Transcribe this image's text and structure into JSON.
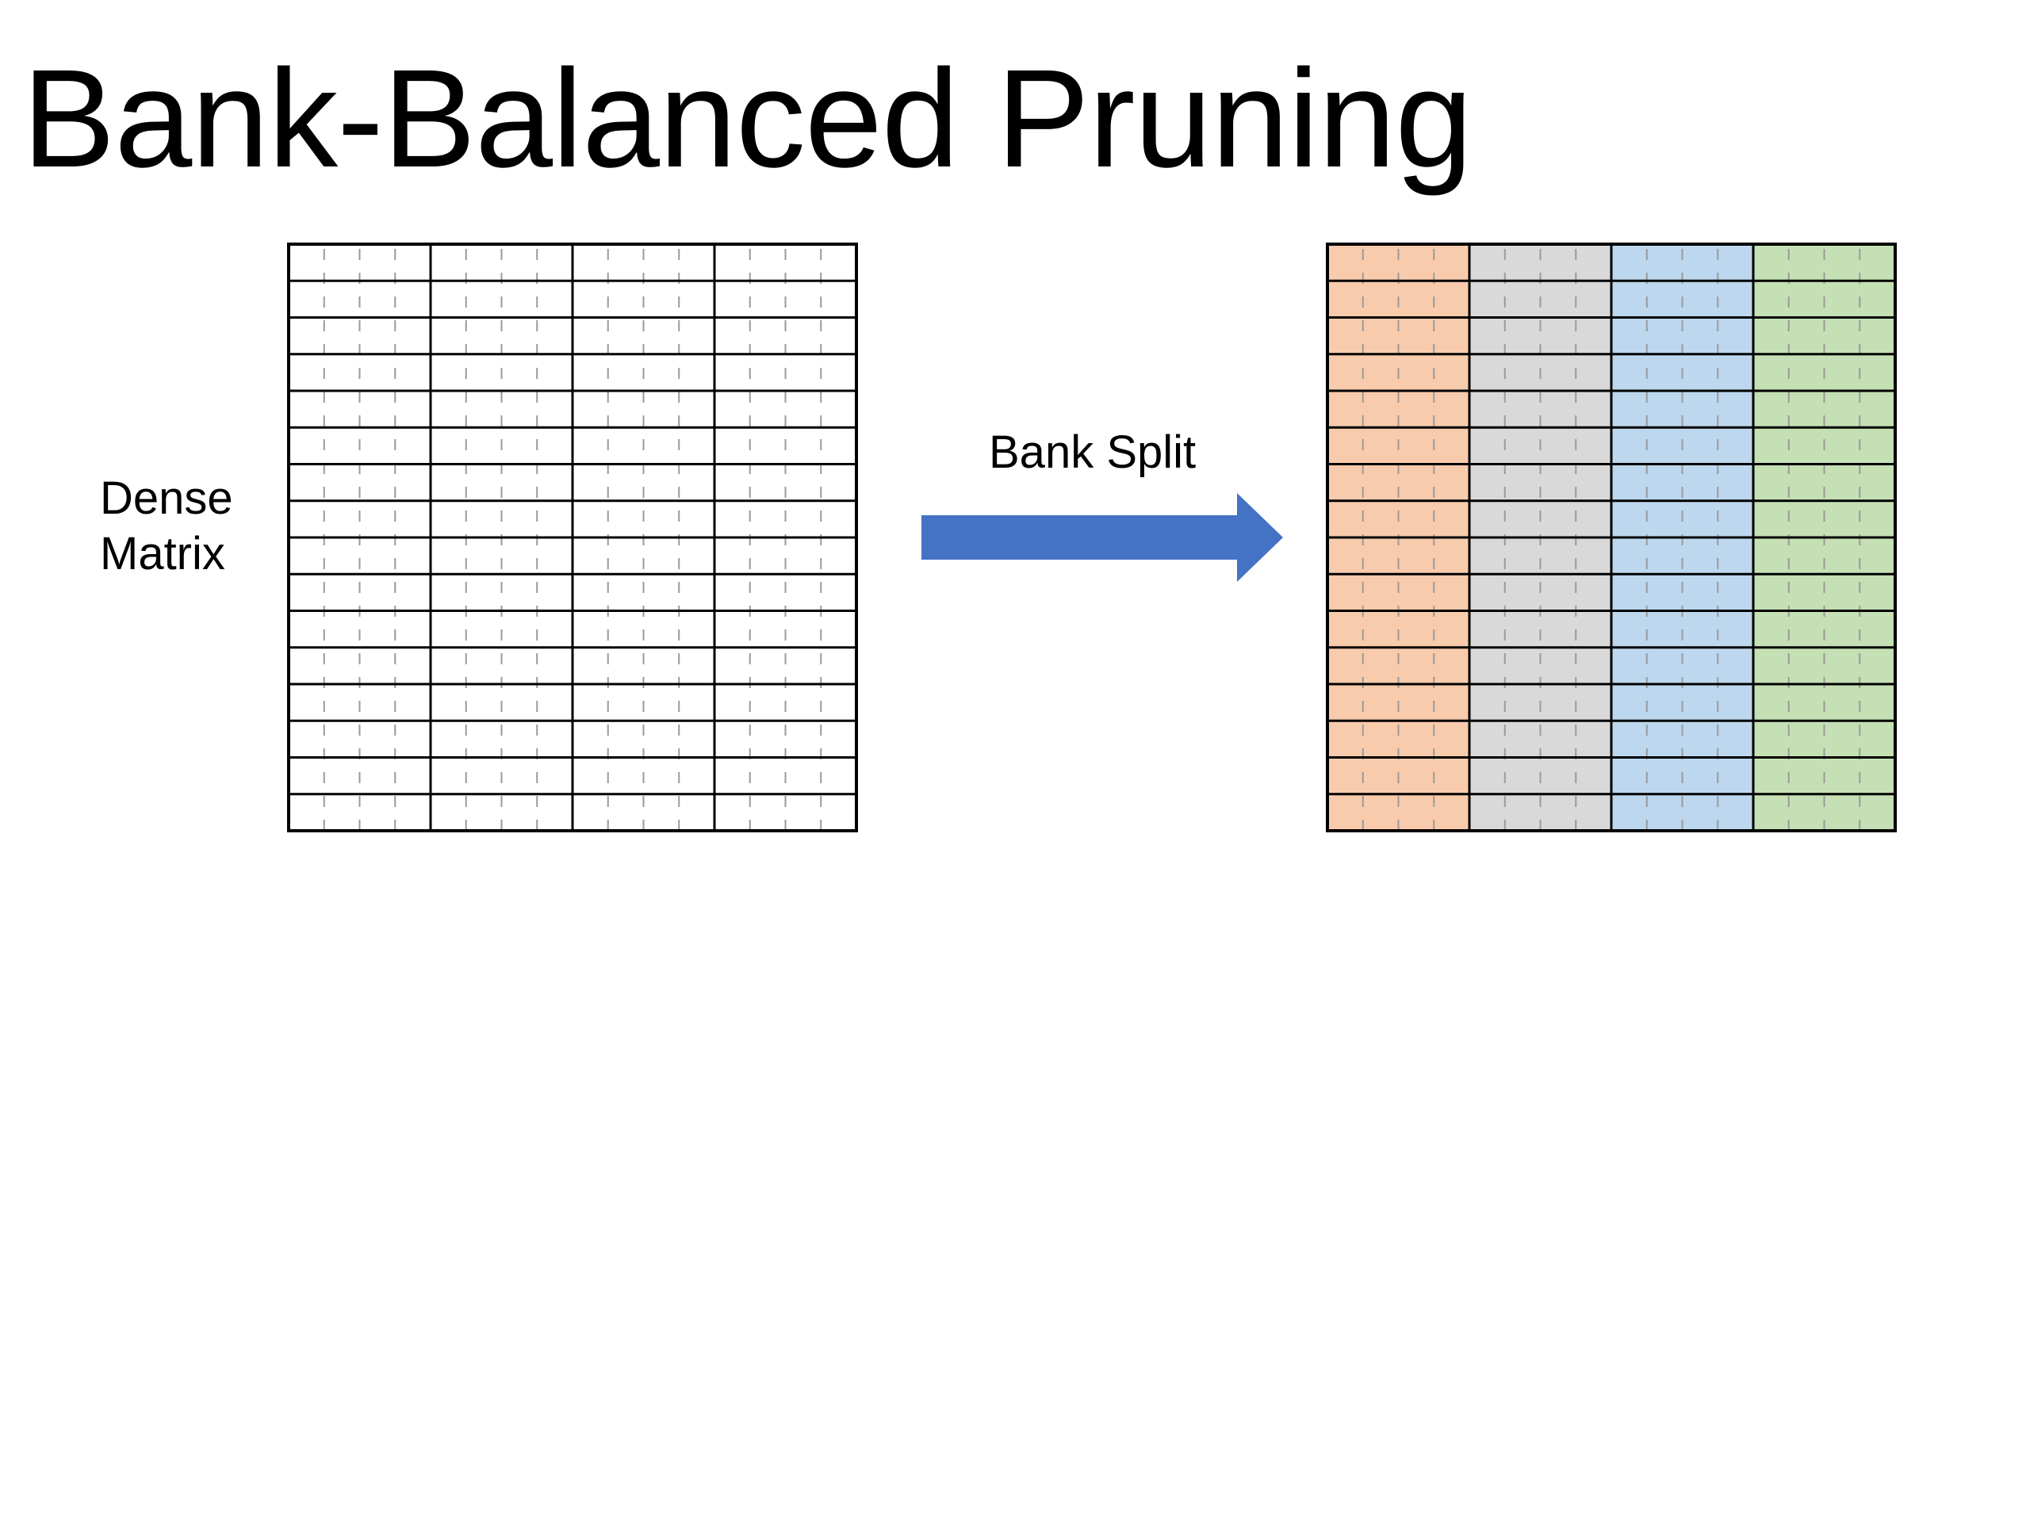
{
  "title": "Bank-Balanced Pruning",
  "dense_label": [
    "Dense",
    "Matrix"
  ],
  "arrow_label": "Bank Split",
  "matrix": {
    "rows": 16,
    "banks": 4,
    "cols_per_bank": 4
  },
  "colors": {
    "line": "#000000",
    "dash": "#9a9a9a",
    "arrow": "#4472c4",
    "banks": [
      "#f8cbad",
      "#d9d9d9",
      "#bdd7ee",
      "#c5e0b4"
    ]
  }
}
